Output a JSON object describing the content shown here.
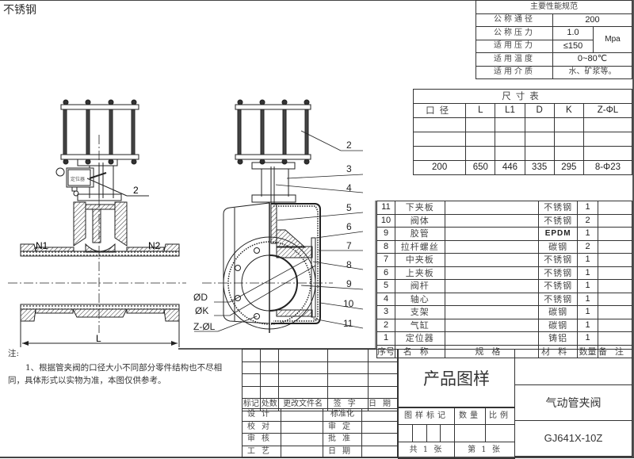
{
  "header": {
    "material_label": "不锈钢"
  },
  "spec_table": {
    "title": "主要性能规范",
    "rows": [
      {
        "label": "公称通径",
        "value": "200"
      },
      {
        "label": "公称压力",
        "value": "1.0"
      },
      {
        "label": "适用压力",
        "value": "≤150"
      },
      {
        "label": "适用温度",
        "value": "0~80℃"
      },
      {
        "label": "适用介质",
        "value": "水、矿浆等。"
      }
    ],
    "pressure_unit": "Mpa"
  },
  "dimension_table": {
    "title": "尺寸表",
    "headers": [
      "口径",
      "L",
      "L1",
      "D",
      "K",
      "Z-ΦL"
    ],
    "rows": [
      [
        "",
        "",
        "",
        "",
        "",
        ""
      ],
      [
        "",
        "",
        "",
        "",
        "",
        ""
      ],
      [
        "",
        "",
        "",
        "",
        "",
        ""
      ],
      [
        "200",
        "650",
        "446",
        "335",
        "295",
        "8-Φ23"
      ]
    ]
  },
  "parts_table": {
    "headers": [
      "序号",
      "名称",
      "规格",
      "材料",
      "数量",
      "备注"
    ],
    "rows": [
      {
        "no": "11",
        "name": "下夹板",
        "spec": "",
        "material": "不锈钢",
        "qty": "1",
        "note": ""
      },
      {
        "no": "10",
        "name": "阀体",
        "spec": "",
        "material": "不锈钢",
        "qty": "2",
        "note": ""
      },
      {
        "no": "9",
        "name": "胶管",
        "spec": "",
        "material": "EPDM",
        "qty": "1",
        "note": ""
      },
      {
        "no": "8",
        "name": "拉杆螺丝",
        "spec": "",
        "material": "碳钢",
        "qty": "2",
        "note": ""
      },
      {
        "no": "7",
        "name": "中夹板",
        "spec": "",
        "material": "不锈钢",
        "qty": "1",
        "note": ""
      },
      {
        "no": "6",
        "name": "上夹板",
        "spec": "",
        "material": "不锈钢",
        "qty": "1",
        "note": ""
      },
      {
        "no": "5",
        "name": "阀杆",
        "spec": "",
        "material": "不锈钢",
        "qty": "1",
        "note": ""
      },
      {
        "no": "4",
        "name": "轴心",
        "spec": "",
        "material": "不锈钢",
        "qty": "1",
        "note": ""
      },
      {
        "no": "3",
        "name": "支架",
        "spec": "",
        "material": "碳钢",
        "qty": "1",
        "note": ""
      },
      {
        "no": "2",
        "name": "气缸",
        "spec": "",
        "material": "碳钢",
        "qty": "1",
        "note": ""
      },
      {
        "no": "1",
        "name": "定位器",
        "spec": "",
        "material": "铸铝",
        "qty": "1",
        "note": ""
      }
    ]
  },
  "title_block": {
    "revision_headers": [
      "标记",
      "处数",
      "更改文件名",
      "签字",
      "日期"
    ],
    "signature_rows": [
      {
        "left": "设计",
        "right": "标准化"
      },
      {
        "left": "校对",
        "right": "审定"
      },
      {
        "left": "审核",
        "right": "批准"
      },
      {
        "left": "工艺",
        "right": "日期"
      }
    ],
    "drawing_type": "产品图样",
    "product_name": "气动管夹阀",
    "model": "GJ641X-10Z",
    "mark_headers": [
      "图样标记",
      "数量",
      "比例"
    ],
    "sheet_total": "共 1 张",
    "sheet_no": "第 1 张"
  },
  "notes": {
    "title": "注:",
    "items": [
      "1、根据管夹阀的口径大小不同部分零件结构也不尽相同，具体形式以实物为准，本图仅供参考。"
    ]
  },
  "drawing": {
    "front_view": {
      "labels": {
        "inlet": "N1",
        "outlet": "N2",
        "length": "L",
        "positioner": "定位器",
        "callout": "2"
      }
    },
    "side_view": {
      "callouts": [
        "2",
        "3",
        "4",
        "5",
        "6",
        "7",
        "8",
        "9",
        "10",
        "11"
      ],
      "dim_labels": [
        "ØD",
        "ØK",
        "Z-ØL"
      ]
    }
  }
}
